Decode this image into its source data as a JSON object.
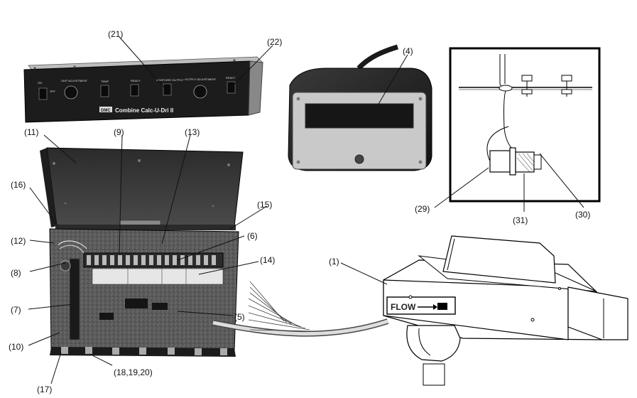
{
  "callouts": {
    "c1": "(1)",
    "c4": "(4)",
    "c5": "(5)",
    "c6": "(6)",
    "c7": "(7)",
    "c8": "(8)",
    "c9": "(9)",
    "c10": "(10)",
    "c11": "(11)",
    "c12": "(12)",
    "c13": "(13)",
    "c14": "(14)",
    "c15": "(15)",
    "c16": "(16)",
    "c17": "(17)",
    "c18_20": "(18,19,20)",
    "c21": "(21)",
    "c22": "(22)",
    "c29": "(29)",
    "c30": "(30)",
    "c31": "(31)"
  },
  "console": {
    "brand_logo": "DMC",
    "brand_name": "Combine Calc-U-Dri II",
    "panel_labels": [
      "ON",
      "OFF",
      "UNIT ADJUSTMENT",
      "TEMP",
      "READY",
      "MOISTURE OUTPUT",
      "OUTPUT ADJUSTMENT",
      "RESET"
    ]
  },
  "sensor": {
    "flow_label": "FLOW"
  }
}
